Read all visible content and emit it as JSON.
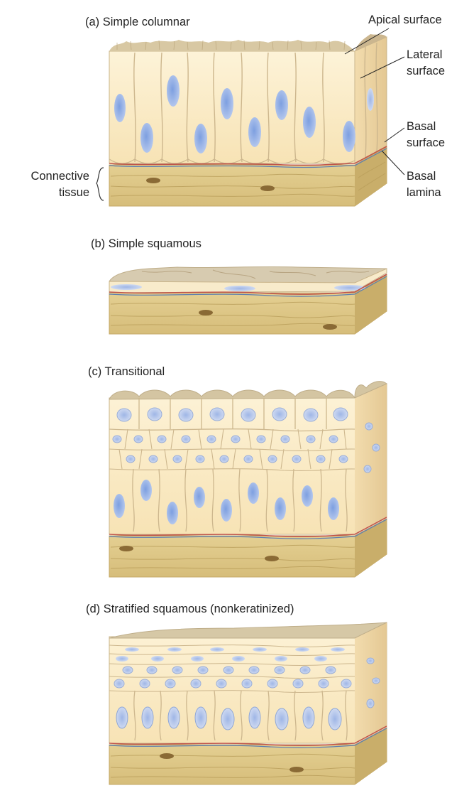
{
  "panels": {
    "a": {
      "title": "(a) Simple columnar"
    },
    "b": {
      "title": "(b) Simple squamous"
    },
    "c": {
      "title": "(c) Transitional"
    },
    "d": {
      "title": "(d) Stratified squamous (nonkeratinized)"
    }
  },
  "labels": {
    "apical_surface": "Apical surface",
    "lateral_1": "Lateral",
    "lateral_2": "surface",
    "basal_1": "Basal",
    "basal_2": "surface",
    "lamina_1": "Basal",
    "lamina_2": "lamina",
    "connective_1": "Connective",
    "connective_2": "tissue"
  },
  "colors": {
    "cell_fill": "#fbecc6",
    "cell_outline": "#c9b48a",
    "nucleus": "#a9bfe6",
    "nucleus_dark": "#5f86cf",
    "connective": "#e0c98a",
    "connective_dark": "#b89a4c",
    "surface_top": "#c9bb9a",
    "basal_red": "#c0554a",
    "basal_blue": "#5c7fb0"
  }
}
